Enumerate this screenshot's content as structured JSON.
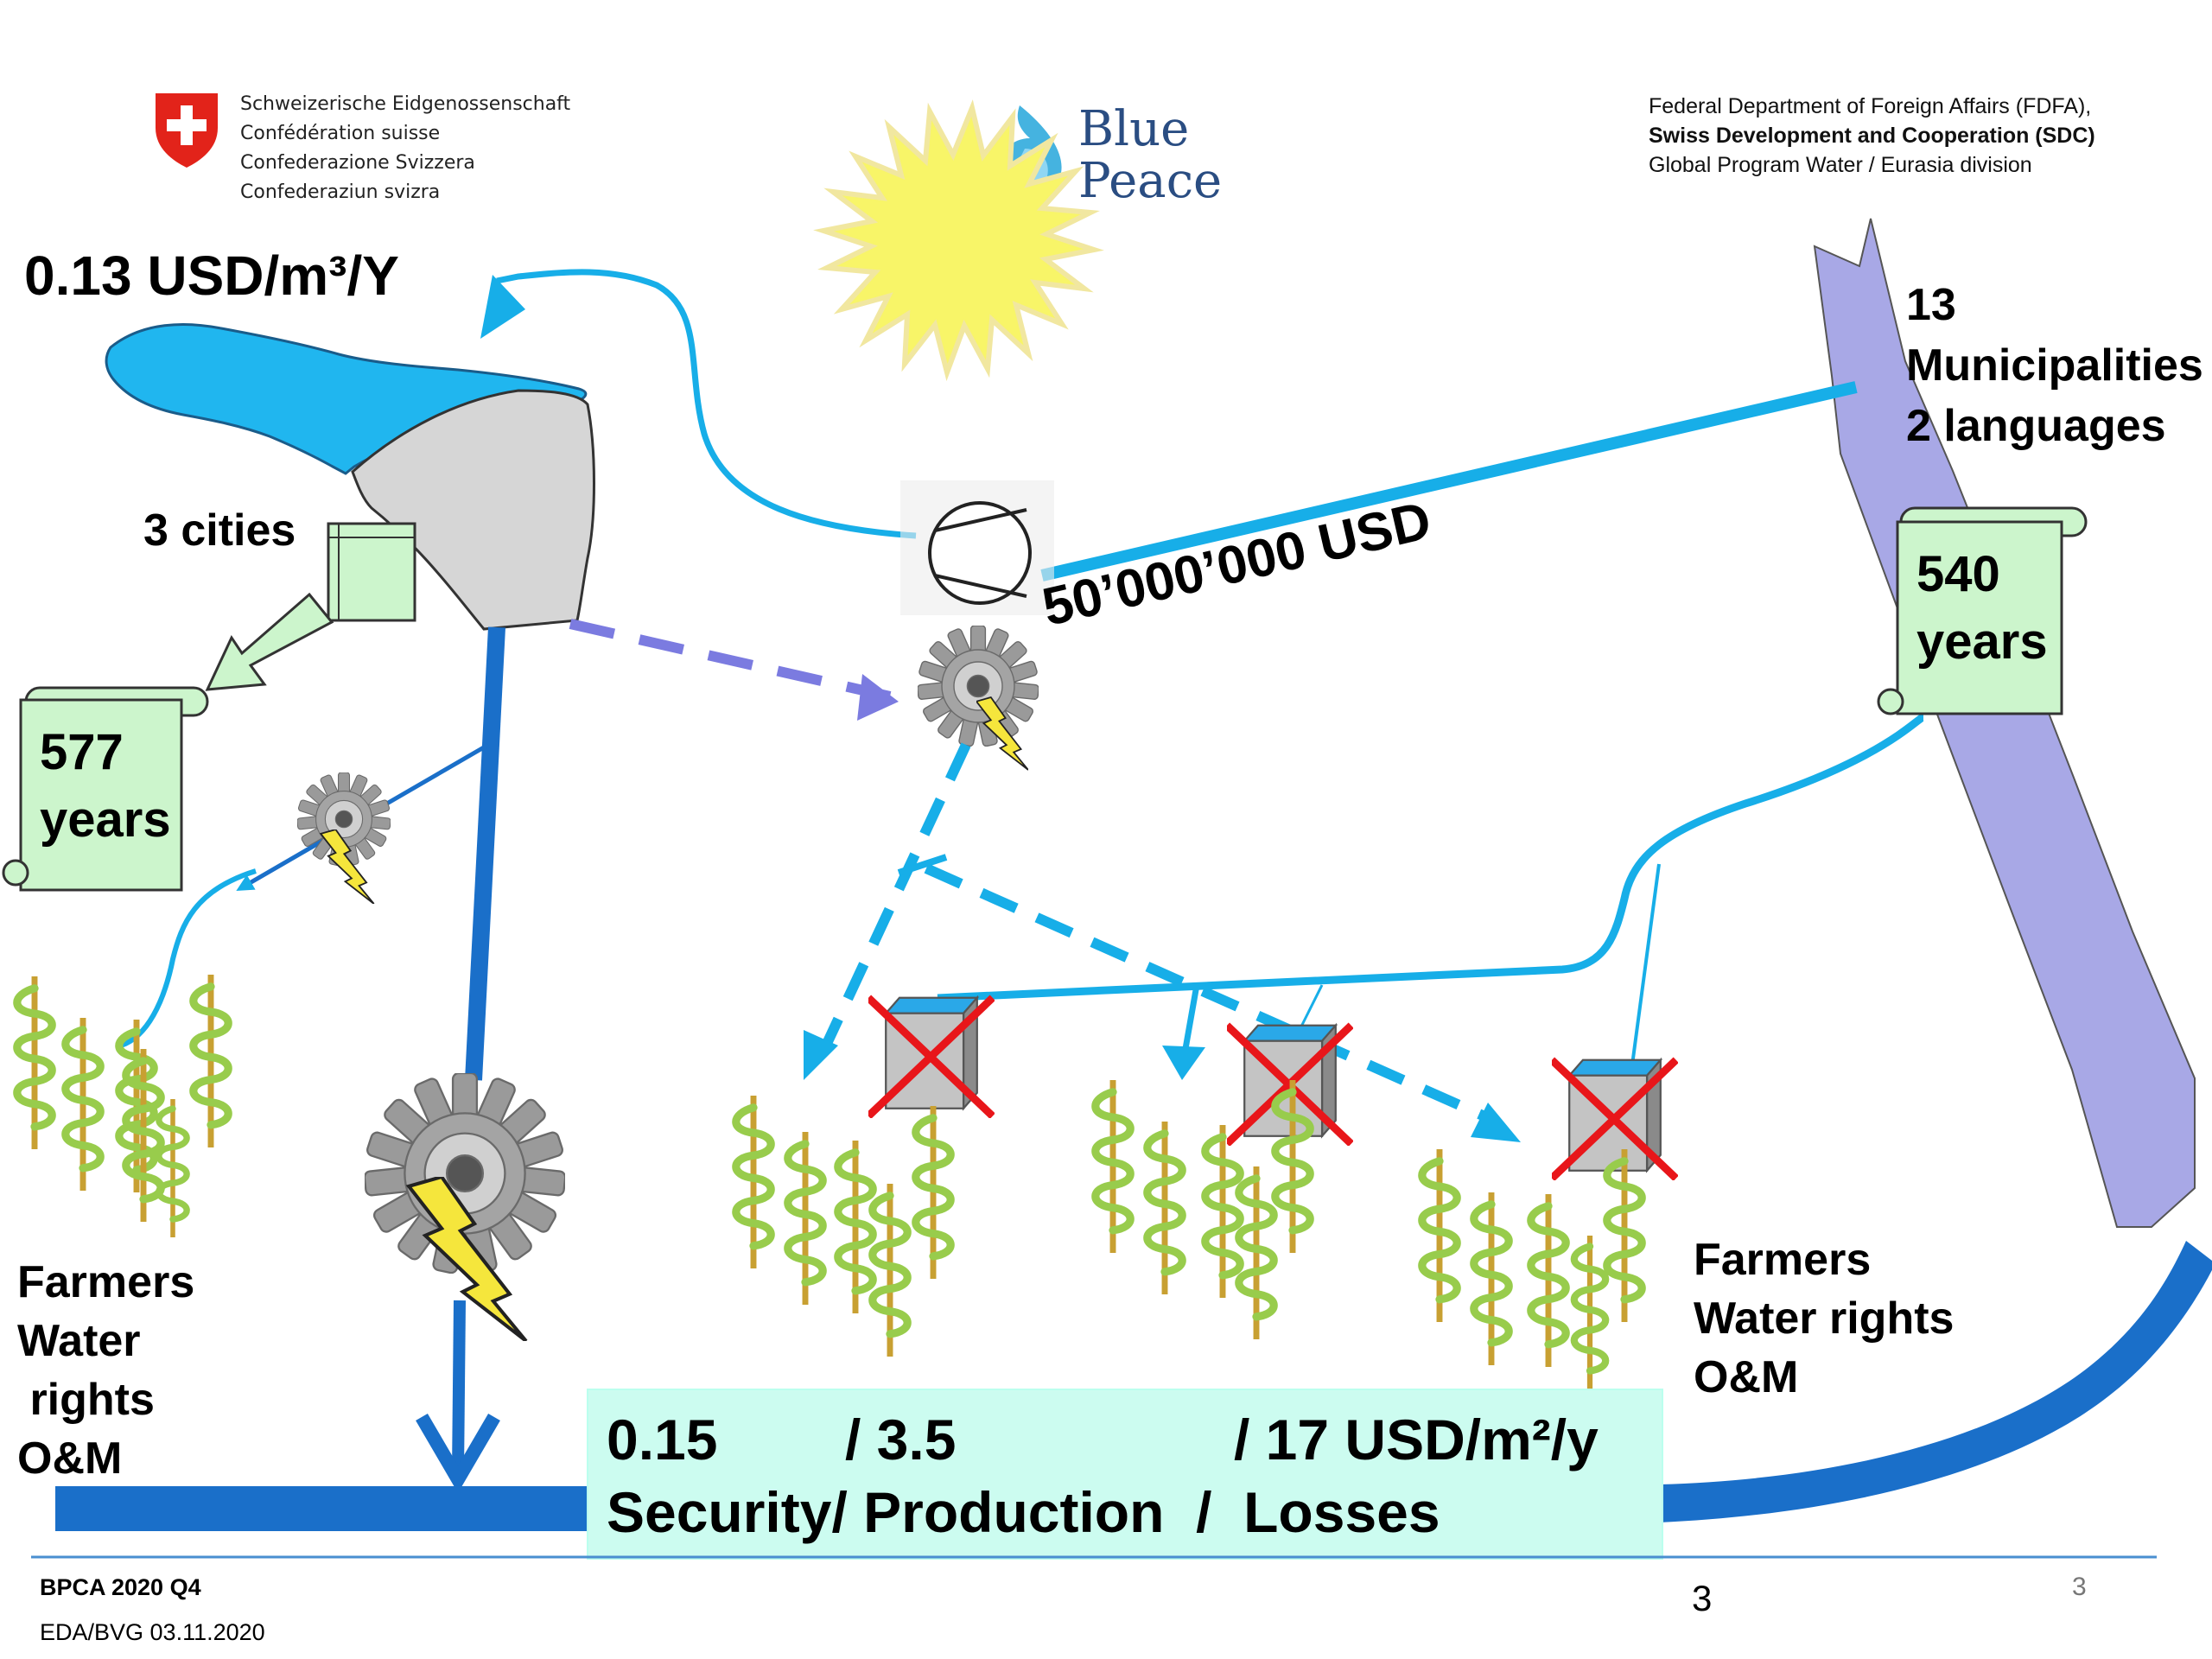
{
  "header": {
    "confederation_lines": [
      "Schweizerische Eidgenossenschaft",
      "Confédération suisse",
      "Confederazione Svizzera",
      "Confederaziun svizra"
    ],
    "blue_peace_line1": "Blue",
    "blue_peace_line2": "Peace",
    "fdfa_line1": "Federal Department of Foreign Affairs (FDFA),",
    "fdfa_line2": "Swiss Development and Cooperation (SDC)",
    "fdfa_line3": "Global Program Water / Eurasia division"
  },
  "labels": {
    "tariff": "0.13 USD/m³/Y",
    "three_cities": "3 cities",
    "left_scroll_line1": "577",
    "left_scroll_line2": "years",
    "right_scroll_line1": "540",
    "right_scroll_line2": "years",
    "municipalities_line1": "13",
    "municipalities_line2": "Municipalities",
    "municipalities_line3": "2 languages",
    "investment": "50’000’000 USD",
    "left_farmers_line1": "Farmers",
    "left_farmers_line2": "Water",
    "left_farmers_line3": " rights",
    "left_farmers_line4": "O&M",
    "right_farmers_line1": "Farmers",
    "right_farmers_line2": "Water rights",
    "right_farmers_line3": "O&M"
  },
  "summary_box": {
    "value_security": "0.15",
    "value_production": "/ 3.5",
    "value_losses": "/ 17 USD/m²/y",
    "line2": "Security/ Production  /  Losses"
  },
  "footer": {
    "project": "BPCA 2020 Q4",
    "author_date": "EDA/BVG 03.11.2020",
    "page_center": "3",
    "page_right": "3"
  },
  "colors": {
    "river": "#1a6fc9",
    "canal": "#17aee8",
    "scroll_fill": "#ccf5cc",
    "summary_fill": "#ccfcf0",
    "mountain_river": "#a8a8e6",
    "sun": "#f8f568",
    "swiss_red": "#e2231a",
    "dashed_link": "#7b7be0"
  }
}
